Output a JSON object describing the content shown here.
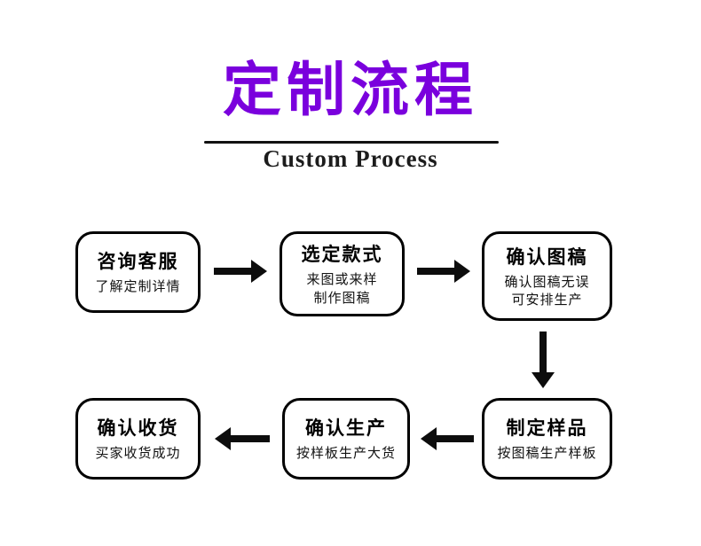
{
  "page": {
    "title": "定制流程",
    "subtitle": "Custom Process"
  },
  "colors": {
    "title_accent": "#7a00dd",
    "ink": "#0d0d0d"
  },
  "steps": [
    {
      "id": "consult",
      "title": "咨询客服",
      "desc": "了解定制详情"
    },
    {
      "id": "select-style",
      "title": "选定款式",
      "desc": "来图或来样\n制作图稿"
    },
    {
      "id": "confirm-draft",
      "title": "确认图稿",
      "desc": "确认图稿无误\n可安排生产"
    },
    {
      "id": "make-sample",
      "title": "制定样品",
      "desc": "按图稿生产样板"
    },
    {
      "id": "confirm-production",
      "title": "确认生产",
      "desc": "按样板生产大货"
    },
    {
      "id": "confirm-receipt",
      "title": "确认收货",
      "desc": "买家收货成功"
    }
  ]
}
